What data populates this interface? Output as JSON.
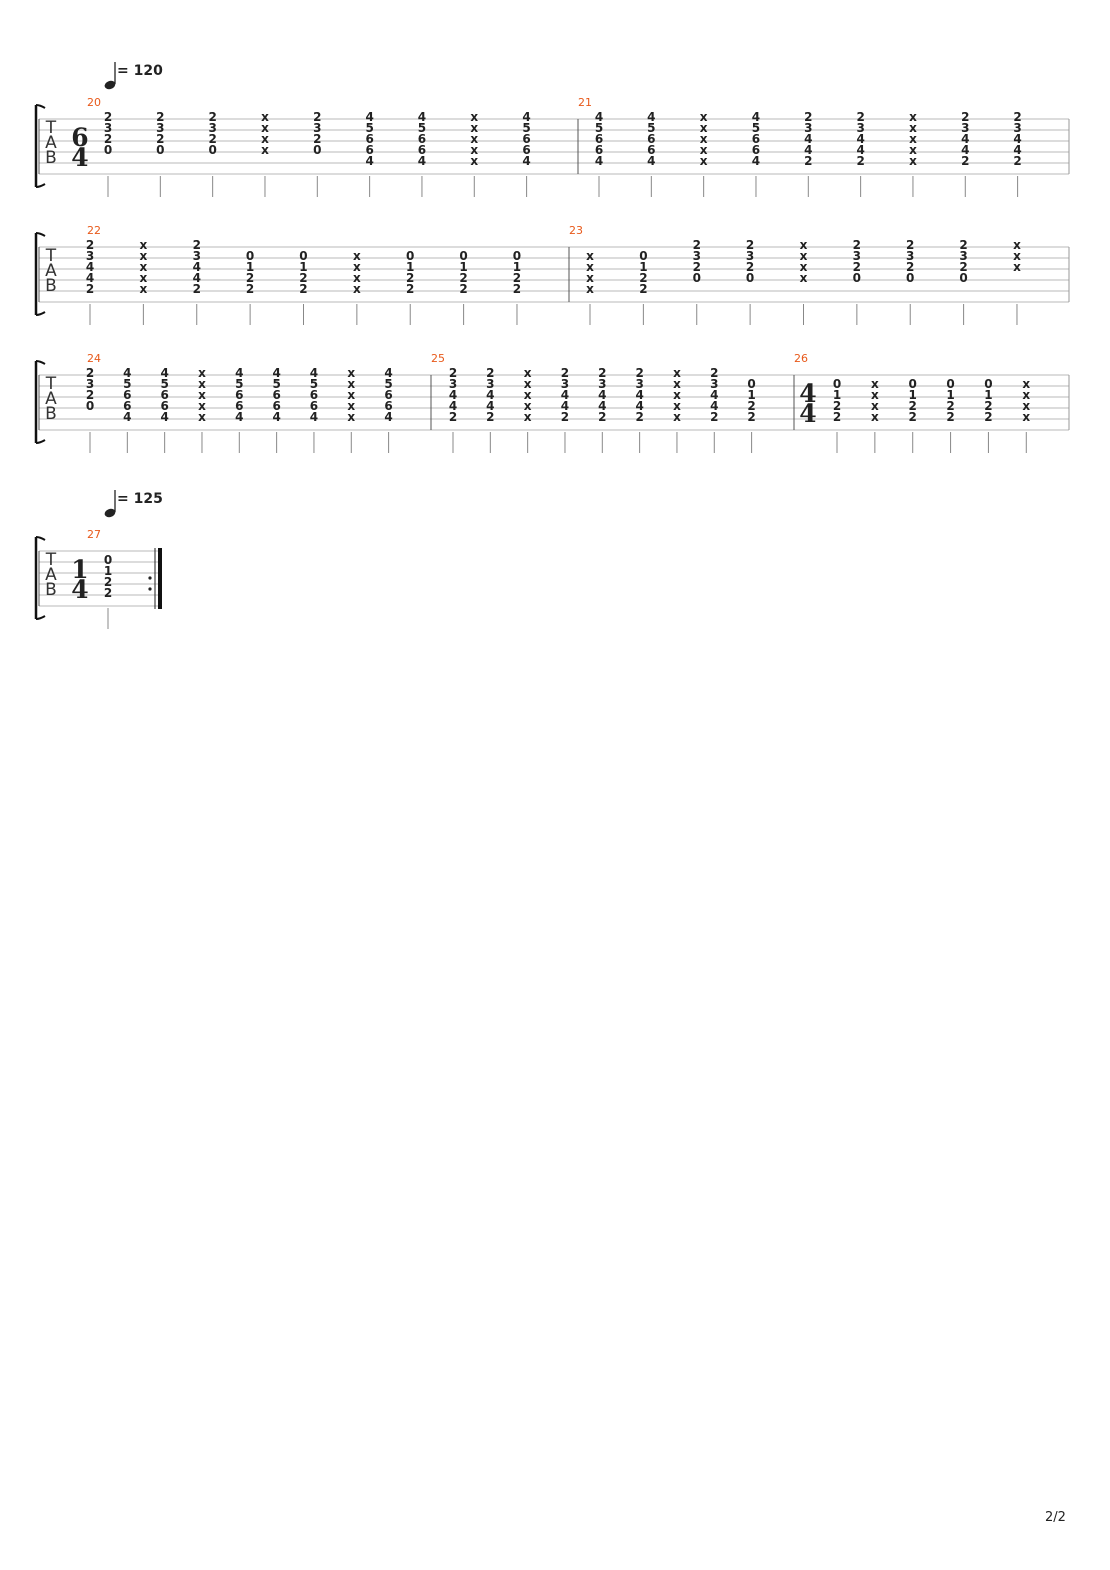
{
  "page": {
    "number": "2/2"
  },
  "tab_clef": [
    "T",
    "A",
    "B"
  ],
  "systems": [
    {
      "tempo": "= 120",
      "measures": [
        {
          "number": "20",
          "time_signature": [
            "6",
            "4"
          ],
          "beats": [
            [
              "2",
              "3",
              "2",
              "0",
              ""
            ],
            [
              "2",
              "3",
              "2",
              "0",
              ""
            ],
            [
              "2",
              "3",
              "2",
              "0",
              ""
            ],
            [
              "x",
              "x",
              "x",
              "x",
              ""
            ],
            [
              "2",
              "3",
              "2",
              "0",
              ""
            ],
            [
              "4",
              "5",
              "6",
              "6",
              "4"
            ],
            [
              "4",
              "5",
              "6",
              "6",
              "4"
            ],
            [
              "x",
              "x",
              "x",
              "x",
              "x"
            ],
            [
              "4",
              "5",
              "6",
              "6",
              "4"
            ]
          ]
        },
        {
          "number": "21",
          "beats": [
            [
              "4",
              "5",
              "6",
              "6",
              "4"
            ],
            [
              "4",
              "5",
              "6",
              "6",
              "4"
            ],
            [
              "x",
              "x",
              "x",
              "x",
              "x"
            ],
            [
              "4",
              "5",
              "6",
              "6",
              "4"
            ],
            [
              "2",
              "3",
              "4",
              "4",
              "2"
            ],
            [
              "2",
              "3",
              "4",
              "4",
              "2"
            ],
            [
              "x",
              "x",
              "x",
              "x",
              "x"
            ],
            [
              "2",
              "3",
              "4",
              "4",
              "2"
            ],
            [
              "2",
              "3",
              "4",
              "4",
              "2"
            ]
          ]
        }
      ]
    },
    {
      "measures": [
        {
          "number": "22",
          "beats": [
            [
              "2",
              "3",
              "4",
              "4",
              "2"
            ],
            [
              "x",
              "x",
              "x",
              "x",
              "x"
            ],
            [
              "2",
              "3",
              "4",
              "4",
              "2"
            ],
            [
              "",
              "0",
              "1",
              "2",
              "2"
            ],
            [
              "",
              "0",
              "1",
              "2",
              "2"
            ],
            [
              "",
              "x",
              "x",
              "x",
              "x"
            ],
            [
              "",
              "0",
              "1",
              "2",
              "2"
            ],
            [
              "",
              "0",
              "1",
              "2",
              "2"
            ],
            [
              "",
              "0",
              "1",
              "2",
              "2"
            ]
          ]
        },
        {
          "number": "23",
          "beats": [
            [
              "",
              "x",
              "x",
              "x",
              "x"
            ],
            [
              "",
              "0",
              "1",
              "2",
              "2"
            ],
            [
              "2",
              "3",
              "2",
              "0",
              ""
            ],
            [
              "2",
              "3",
              "2",
              "0",
              ""
            ],
            [
              "x",
              "x",
              "x",
              "x",
              ""
            ],
            [
              "2",
              "3",
              "2",
              "0",
              ""
            ],
            [
              "2",
              "3",
              "2",
              "0",
              ""
            ],
            [
              "2",
              "3",
              "2",
              "0",
              ""
            ],
            [
              "x",
              "x",
              "x",
              "",
              ""
            ]
          ]
        }
      ]
    },
    {
      "measures": [
        {
          "number": "24",
          "beats": [
            [
              "2",
              "3",
              "2",
              "0",
              ""
            ],
            [
              "4",
              "5",
              "6",
              "6",
              "4"
            ],
            [
              "4",
              "5",
              "6",
              "6",
              "4"
            ],
            [
              "x",
              "x",
              "x",
              "x",
              "x"
            ],
            [
              "4",
              "5",
              "6",
              "6",
              "4"
            ],
            [
              "4",
              "5",
              "6",
              "6",
              "4"
            ],
            [
              "4",
              "5",
              "6",
              "6",
              "4"
            ],
            [
              "x",
              "x",
              "x",
              "x",
              "x"
            ],
            [
              "4",
              "5",
              "6",
              "6",
              "4"
            ]
          ]
        },
        {
          "number": "25",
          "beats": [
            [
              "2",
              "3",
              "4",
              "4",
              "2"
            ],
            [
              "2",
              "3",
              "4",
              "4",
              "2"
            ],
            [
              "x",
              "x",
              "x",
              "x",
              "x"
            ],
            [
              "2",
              "3",
              "4",
              "4",
              "2"
            ],
            [
              "2",
              "3",
              "4",
              "4",
              "2"
            ],
            [
              "2",
              "3",
              "4",
              "4",
              "2"
            ],
            [
              "x",
              "x",
              "x",
              "x",
              "x"
            ],
            [
              "2",
              "3",
              "4",
              "4",
              "2"
            ],
            [
              "",
              "0",
              "1",
              "2",
              "2"
            ]
          ]
        },
        {
          "number": "26",
          "time_signature": [
            "4",
            "4"
          ],
          "beats": [
            [
              "",
              "0",
              "1",
              "2",
              "2"
            ],
            [
              "",
              "x",
              "x",
              "x",
              "x"
            ],
            [
              "",
              "0",
              "1",
              "2",
              "2"
            ],
            [
              "",
              "0",
              "1",
              "2",
              "2"
            ],
            [
              "",
              "0",
              "1",
              "2",
              "2"
            ],
            [
              "",
              "x",
              "x",
              "x",
              "x"
            ]
          ]
        }
      ]
    },
    {
      "tempo": "= 125",
      "measures": [
        {
          "number": "27",
          "time_signature": [
            "1",
            "4"
          ],
          "beats": [
            [
              "",
              "0",
              "1",
              "2",
              "2"
            ]
          ]
        }
      ]
    }
  ]
}
